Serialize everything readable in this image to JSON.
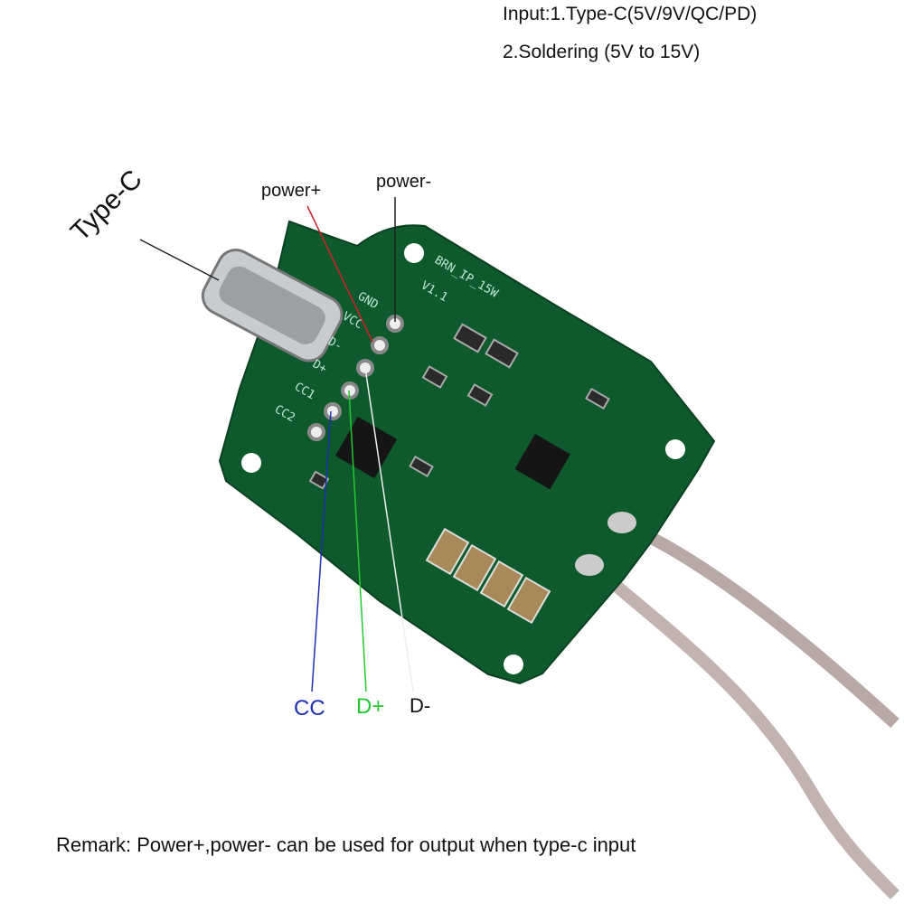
{
  "header": {
    "input_line1": "Input:1.Type-C(5V/9V/QC/PD)",
    "input_line2": "2.Soldering (5V to 15V)"
  },
  "labels": {
    "type_c": "Type-C",
    "power_plus": "power+",
    "power_minus": "power-",
    "cc": "CC",
    "d_plus": "D+",
    "d_minus": "D-"
  },
  "pcb_silkscreen": {
    "board_name": "BRN_IP_15W",
    "version": "V1.1",
    "gnd": "GND",
    "vcc": "VCC",
    "dm": "D-",
    "dp": "D+",
    "cc1": "CC1",
    "cc2": "CC2"
  },
  "colors": {
    "pcb": "#0e5a2c",
    "cc_line": "#1f2fb0",
    "dplus_line": "#22c832",
    "power_plus_line": "#d0202a"
  },
  "footer": {
    "remark": "Remark: Power+,power- can be used for output when type-c input"
  }
}
